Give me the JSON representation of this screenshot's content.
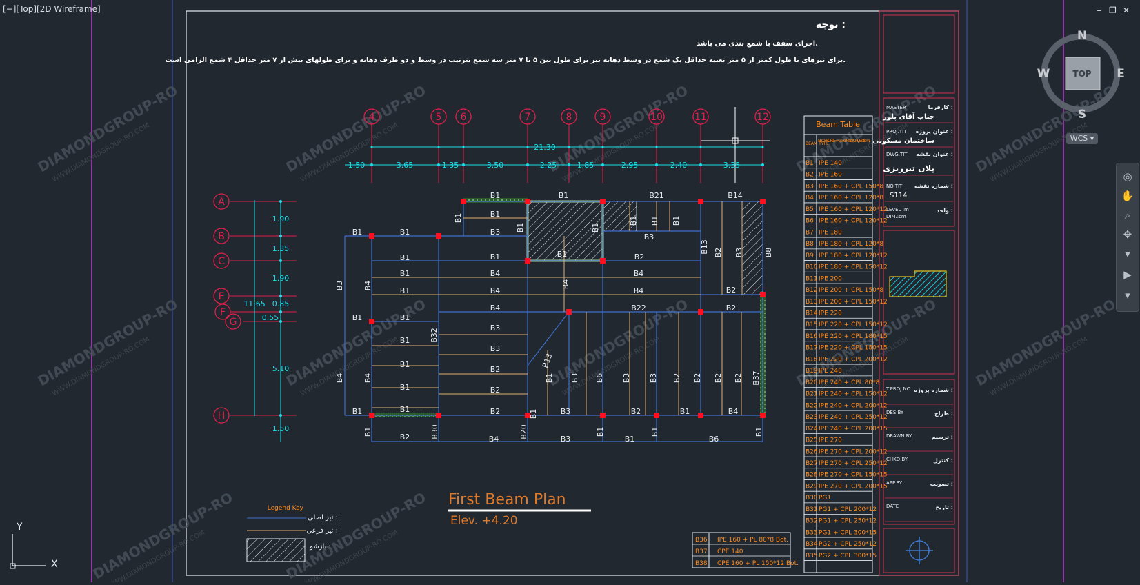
{
  "viewport": {
    "label": "[−][Top][2D Wireframe]"
  },
  "window_controls": {
    "minimize": "‒",
    "restore": "❐",
    "close": "✕"
  },
  "viewcube": {
    "top": "TOP",
    "north": "N",
    "south": "S",
    "east": "E",
    "west": "W",
    "wcs": "WCS ▾"
  },
  "notes": {
    "title": "توجه :",
    "line1": "اجرای سقف با شمع بندی می باشد.",
    "line2": "برای تیرهای با طول کمتر از ۵ متر تعبیه حداقل یک شمع در وسط دهانه تیر برای طول بین ۵ تا ۷ متر سه شمع بترتیب در وسط و دو طرف دهانه و برای طولهای بیش از ۷ متر حداقل ۴ شمع الزامی است."
  },
  "grid": {
    "v_axes": [
      "4",
      "5",
      "6",
      "7",
      "8",
      "9",
      "10",
      "11",
      "12"
    ],
    "h_axes": [
      "A",
      "B",
      "C",
      "E",
      "F",
      "G",
      "H"
    ],
    "total_dim": "21.30",
    "h_dims": [
      "1.50",
      "3.65",
      "1.35",
      "3.50",
      "2.25",
      "1.85",
      "2.95",
      "2.40",
      "3.35"
    ],
    "v_dims": [
      "1.90",
      "1.35",
      "1.90",
      "0.85",
      "0.55",
      "5.10",
      "1.50"
    ],
    "v_total": "11.65"
  },
  "beam_labels": {
    "B1": "B1",
    "B2": "B2",
    "B3": "B3",
    "B4": "B4",
    "B6": "B6",
    "B8": "B8",
    "B13": "B13",
    "B14": "B14",
    "B20": "B20",
    "B21": "B21",
    "B22": "B22",
    "B30": "B30",
    "B32": "B32",
    "B37": "B37"
  },
  "title_block": {
    "plan_title": "First Beam Plan",
    "elevation": "Elev. +4.20"
  },
  "legend": {
    "title": "Legend Key",
    "main_beam": "تیر اصلی :",
    "secondary_beam": "تیر فرعی :",
    "opening": "بازشو :"
  },
  "beam_table": {
    "title": "Beam Table",
    "header_type": "BEAM TYPE",
    "header_sec": "SEC. PROFILE + Cover Plate (Only Bottom)",
    "rows": [
      [
        "B1",
        "IPE 140"
      ],
      [
        "B2",
        "IPE 160"
      ],
      [
        "B3",
        "IPE 160 + CPL 150*8"
      ],
      [
        "B4",
        "IPE 160 + CPL 120*8"
      ],
      [
        "B5",
        "IPE 160 + CPL 120*12"
      ],
      [
        "B6",
        "IPE 160 + CPL 120*12"
      ],
      [
        "B7",
        "IPE 180"
      ],
      [
        "B8",
        "IPE 180 + CPL 120*8"
      ],
      [
        "B9",
        "IPE 180 + CPL 120*12"
      ],
      [
        "B10",
        "IPE 180 + CPL 150*12"
      ],
      [
        "B11",
        "IPE 200"
      ],
      [
        "B12",
        "IPE 200 + CPL 150*8"
      ],
      [
        "B13",
        "IPE 200 + CPL 150*12"
      ],
      [
        "B14",
        "IPE 220"
      ],
      [
        "B15",
        "IPE 220 + CPL 150*12"
      ],
      [
        "B16",
        "IPE 220 + CPL 180*15"
      ],
      [
        "B17",
        "IPE 220 + CPL 180*15"
      ],
      [
        "B18",
        "IPE 220 + CPL 200*12"
      ],
      [
        "B19",
        "IPE 240"
      ],
      [
        "B20",
        "IPE 240 + CPL 80*8"
      ],
      [
        "B21",
        "IPE 240 + CPL 150*12"
      ],
      [
        "B22",
        "IPE 240 + CPL 200*12"
      ],
      [
        "B23",
        "IPE 240 + CPL 250*12"
      ],
      [
        "B24",
        "IPE 240 + CPL 200*15"
      ],
      [
        "B25",
        "IPE 270"
      ],
      [
        "B26",
        "IPE 270 + CPL 200*12"
      ],
      [
        "B27",
        "IPE 270 + CPL 250*12"
      ],
      [
        "B28",
        "IPE 270 + CPL 150*15"
      ],
      [
        "B29",
        "IPE 270 + CPL 200*15"
      ],
      [
        "B30",
        "PG1"
      ],
      [
        "B31",
        "PG1 + CPL 200*12"
      ],
      [
        "B32",
        "PG1 + CPL 250*12"
      ],
      [
        "B33",
        "PG1 + CPL 300*15"
      ],
      [
        "B34",
        "PG2 + CPL 250*12"
      ],
      [
        "B35",
        "PG2 + CPL 300*15"
      ]
    ],
    "extra_rows": [
      [
        "B36",
        "IPE 160 + PL 80*8 Bot."
      ],
      [
        "B37",
        "CPE 140"
      ],
      [
        "B38",
        "CPE 160 + PL 150*12 Bot."
      ]
    ]
  },
  "sheet": {
    "master_label": "MASTER",
    "master_fa": "کارفرما :",
    "client": "جناب آقای پلور",
    "proj_label": "PROJ.TIT",
    "proj_fa": "عنوان پروژه :",
    "project": "ساختمان مسکونی",
    "dwg_label": "DWG.TIT",
    "dwg_fa": "عنوان نقشه :",
    "drawing": "پلان تیرریزی",
    "no_label": "NO.TIT",
    "no_fa": "شماره نقشه :",
    "sheet_no": "S114",
    "level_label": "LEVEL :m",
    "dim_label": "DIM.:cm",
    "unit_fa": "واحد :",
    "tproj_label": "T.PROJ.NO",
    "tproj_fa": "شماره پروژه :",
    "desby_label": "DES.BY",
    "desby_fa": "طراح :",
    "drawn_label": "DRAWN.BY",
    "drawn_fa": "ترسیم :",
    "chkd_label": "CHKD.BY",
    "chkd_fa": "کنترل :",
    "app_label": "APP.BY",
    "app_fa": "تصویب :",
    "date_label": "DATE",
    "date_fa": "تاریخ :"
  },
  "watermark": {
    "main": "DIAMONDGROUP-RO",
    "sub": "WWW.DIAMONDGROUP-RO.COM"
  },
  "ucs": {
    "y": "Y",
    "x": "X"
  },
  "colors": {
    "bg": "#212830",
    "frame": "#e8edf2",
    "axis": "#e0204a",
    "dim": "#19e0e8",
    "beam_main": "#3f6ec9",
    "beam_sec": "#e0b070",
    "column": "#ff1020",
    "table_text": "#ff8a1a",
    "title": "#e07a2a",
    "magenta": "#b43cc8"
  }
}
